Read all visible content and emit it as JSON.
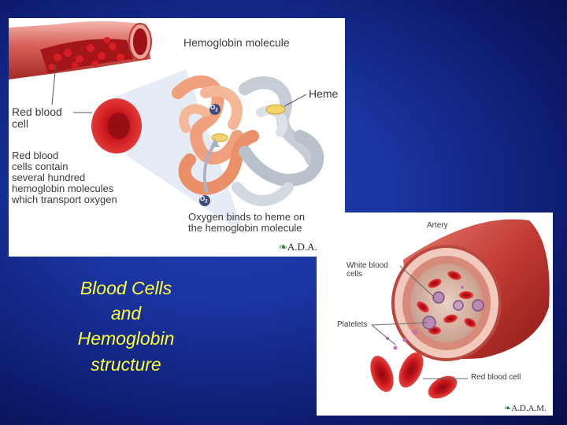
{
  "hemoglobin_panel": {
    "title": "Hemoglobin molecule",
    "heme_label": "Heme",
    "rbc_label": [
      "Red blood",
      "cell"
    ],
    "rbc_contains_text": [
      "Red blood",
      "cells contain",
      "several hundred",
      "hemoglobin molecules",
      "which transport oxygen"
    ],
    "oxygen_binds_text": [
      "Oxygen binds to heme on",
      "the hemoglobin molecule"
    ],
    "o2_symbol": "O",
    "o2_subscript": "2",
    "logo": "A.D.A.M."
  },
  "artery_panel": {
    "artery_label": "Artery",
    "white_blood_cells_label": [
      "White blood",
      "cells"
    ],
    "platelets_label": "Platelets",
    "red_blood_cell_label": "Red blood cell",
    "logo": "A.D.A.M."
  },
  "title": {
    "lines": [
      "Blood Cells",
      "and",
      "Hemoglobin",
      "structure"
    ],
    "color": "#ffff33"
  },
  "colors": {
    "background": "#1a34a0",
    "blood_red": "#c8151b",
    "vessel_pink": "#e8a3a0"
  }
}
